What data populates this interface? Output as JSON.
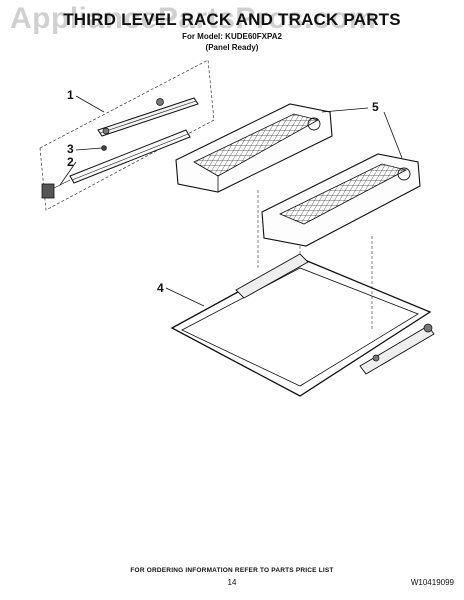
{
  "header": {
    "watermark": "AppliancePartsPros.com",
    "title": "THIRD LEVEL RACK AND TRACK PARTS",
    "model_line": "For Model: KUDE60FXPA2",
    "subtitle": "(Panel Ready)"
  },
  "callouts": [
    "1",
    "2",
    "3",
    "4",
    "5"
  ],
  "footer": {
    "ordering_info": "FOR ORDERING INFORMATION REFER TO PARTS PRICE LIST",
    "page_number": "14",
    "drawing_id": "W10419099"
  }
}
